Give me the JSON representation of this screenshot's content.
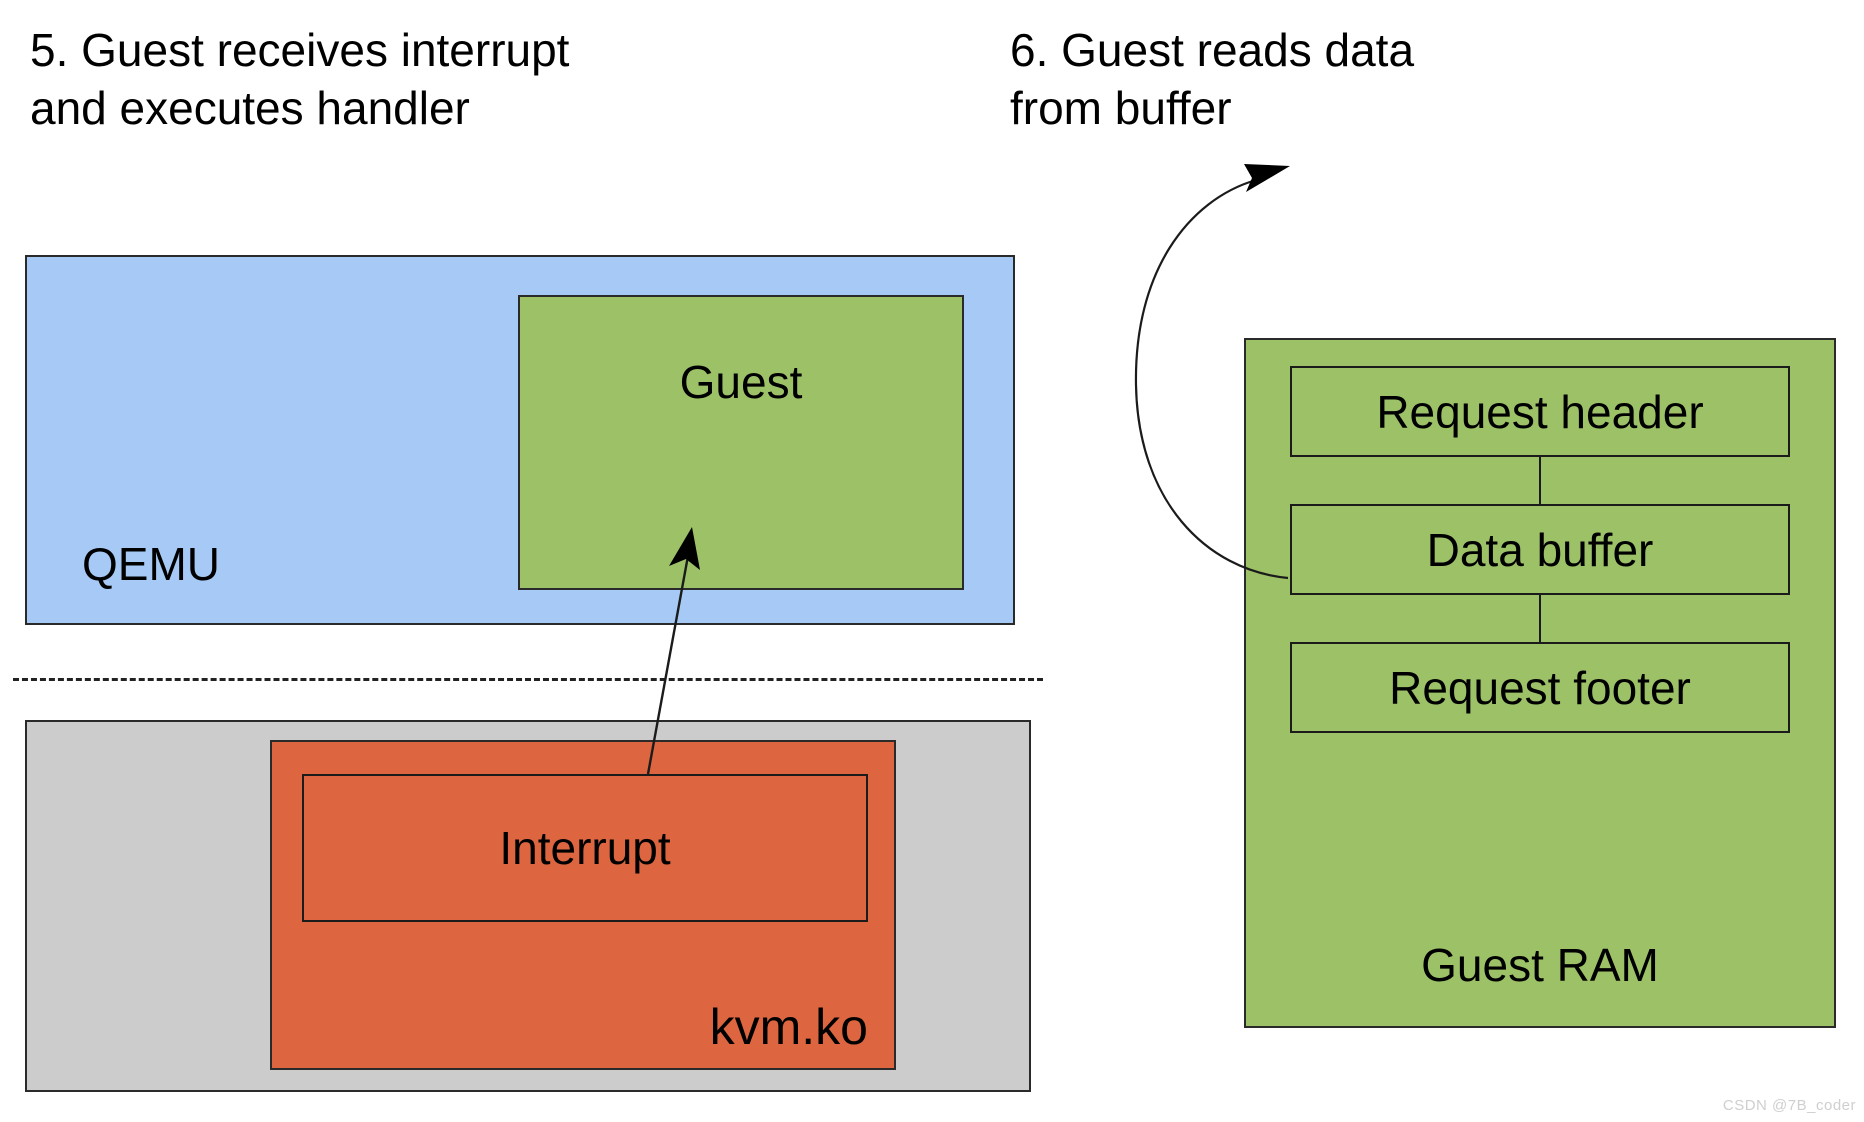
{
  "steps": {
    "left": {
      "number": "5.",
      "title": "5. Guest receives interrupt\nand executes handler"
    },
    "right": {
      "number": "6.",
      "title": "6. Guest reads data\nfrom buffer"
    }
  },
  "userspace": {
    "label": "QEMU",
    "color": "#A6CAF5",
    "inner": {
      "label": "Guest",
      "color": "#9CC167"
    }
  },
  "divider": {
    "style": "dashed",
    "meaning": "userspace-kernel-boundary"
  },
  "kernelspace": {
    "color": "#CCCCCC",
    "module": {
      "label": "kvm.ko",
      "color": "#DD6540",
      "inner": {
        "label": "Interrupt"
      }
    }
  },
  "guest_ram": {
    "label": "Guest RAM",
    "color": "#9CC167",
    "slots": [
      {
        "label": "Request header"
      },
      {
        "label": "Data buffer"
      },
      {
        "label": "Request footer"
      }
    ]
  },
  "arrows": [
    {
      "name": "interrupt-to-guest-arrow",
      "from": "Interrupt",
      "to": "Guest",
      "kind": "straight"
    },
    {
      "name": "data-buffer-to-step6-arrow",
      "from": "Data buffer",
      "to": "6. Guest reads data from buffer",
      "kind": "curved"
    }
  ],
  "watermark": {
    "text": "CSDN @7B_coder"
  }
}
